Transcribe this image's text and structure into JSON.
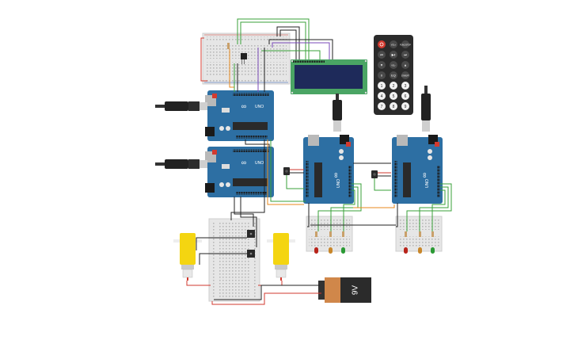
{
  "battery": {
    "label": "9V"
  },
  "remote": {
    "top_buttons": [
      "",
      "VOL+",
      "FUNC/STOP"
    ],
    "row2": [
      "⏮",
      "▶‖",
      "⏭"
    ],
    "row3": [
      "▼",
      "VOL-",
      "▲"
    ],
    "row4": [
      "0",
      "EQ",
      "ST/REPT"
    ],
    "digits": [
      "1",
      "2",
      "3",
      "4",
      "5",
      "6",
      "7",
      "8",
      "9"
    ]
  },
  "arduinos": {
    "board_label": "UNO",
    "logo_text": "∞"
  },
  "colors": {
    "arduino_blue": "#2d6fa3",
    "breadboard": "#e8e8e8",
    "lcd_green": "#4aa564",
    "lcd_screen": "#1e2a5a",
    "remote_body": "#2b2b2b",
    "motor_yellow": "#f4d511",
    "battery_orange": "#d0874a",
    "battery_black": "#2b2b2b",
    "wire_red": "#d23a2f",
    "wire_green": "#3aa23a",
    "wire_black": "#222222",
    "wire_orange": "#e88a1d",
    "wire_purple": "#7a4ab8"
  }
}
